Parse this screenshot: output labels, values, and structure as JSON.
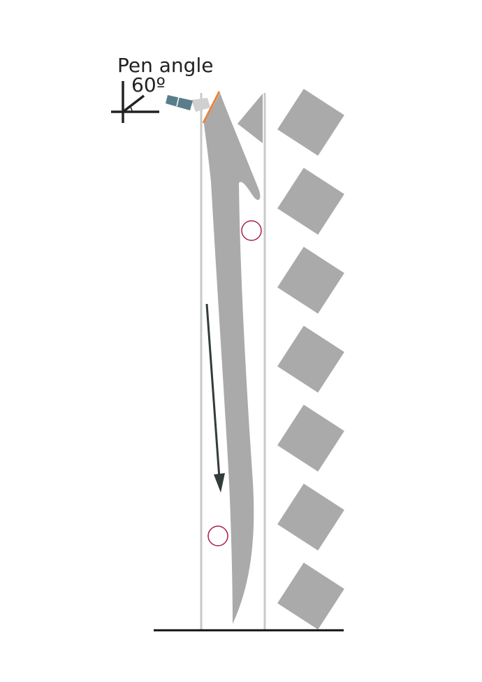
{
  "labels": {
    "pen_angle_title": "Pen angle",
    "pen_angle_value": "60º"
  },
  "colors": {
    "stroke_gray": "#aaaaaa",
    "guide_line": "#c8c8c8",
    "baseline": "#111111",
    "pen_body": "#5a7d8c",
    "pen_nib": "#d0d0d0",
    "nib_edge": "#e8833a",
    "point_marker": "#a3204b",
    "arrow": "#333b3d",
    "text": "#222222"
  },
  "icons": {
    "angle_symbol": "angle-axes-icon",
    "pen": "calligraphy-pen-icon",
    "direction": "down-arrow-icon"
  },
  "diamond_count": 7
}
